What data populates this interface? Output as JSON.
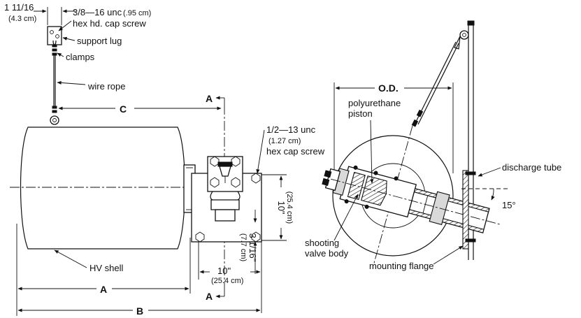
{
  "labels": {
    "lug_width": "1 11/16",
    "lug_width_cm": "(4.3 cm)",
    "cap_screw_thread": "3/8—16 unc",
    "cap_screw_thread_cm": "(.95 cm)",
    "cap_screw": "hex hd. cap screw",
    "support_lug": "support lug",
    "clamps": "clamps",
    "wire_rope": "wire rope",
    "dim_c": "C",
    "section_a_top": "A",
    "section_a_bottom": "A",
    "hex_thread": "1/2—13 unc",
    "hex_thread_cm": "(1.27 cm)",
    "hex_cap_screw": "hex cap screw",
    "dim_10_vertical": "10\"",
    "dim_10_vertical_cm": "(25.4 cm)",
    "dim_3_1_16": "3 1/16\"",
    "dim_3_1_16_cm": "(7.7 cm)",
    "dim_10_horizontal": "10\"",
    "dim_10_horizontal_cm": "(25.4 cm)",
    "hv_shell": "HV shell",
    "dim_a": "A",
    "dim_b": "B",
    "od": "O.D.",
    "piston_line1": "polyurethane",
    "piston_line2": "piston",
    "discharge_tube": "discharge tube",
    "angle": "15°",
    "valve_line1": "shooting",
    "valve_line2": "valve body",
    "mounting_flange": "mounting flange"
  }
}
